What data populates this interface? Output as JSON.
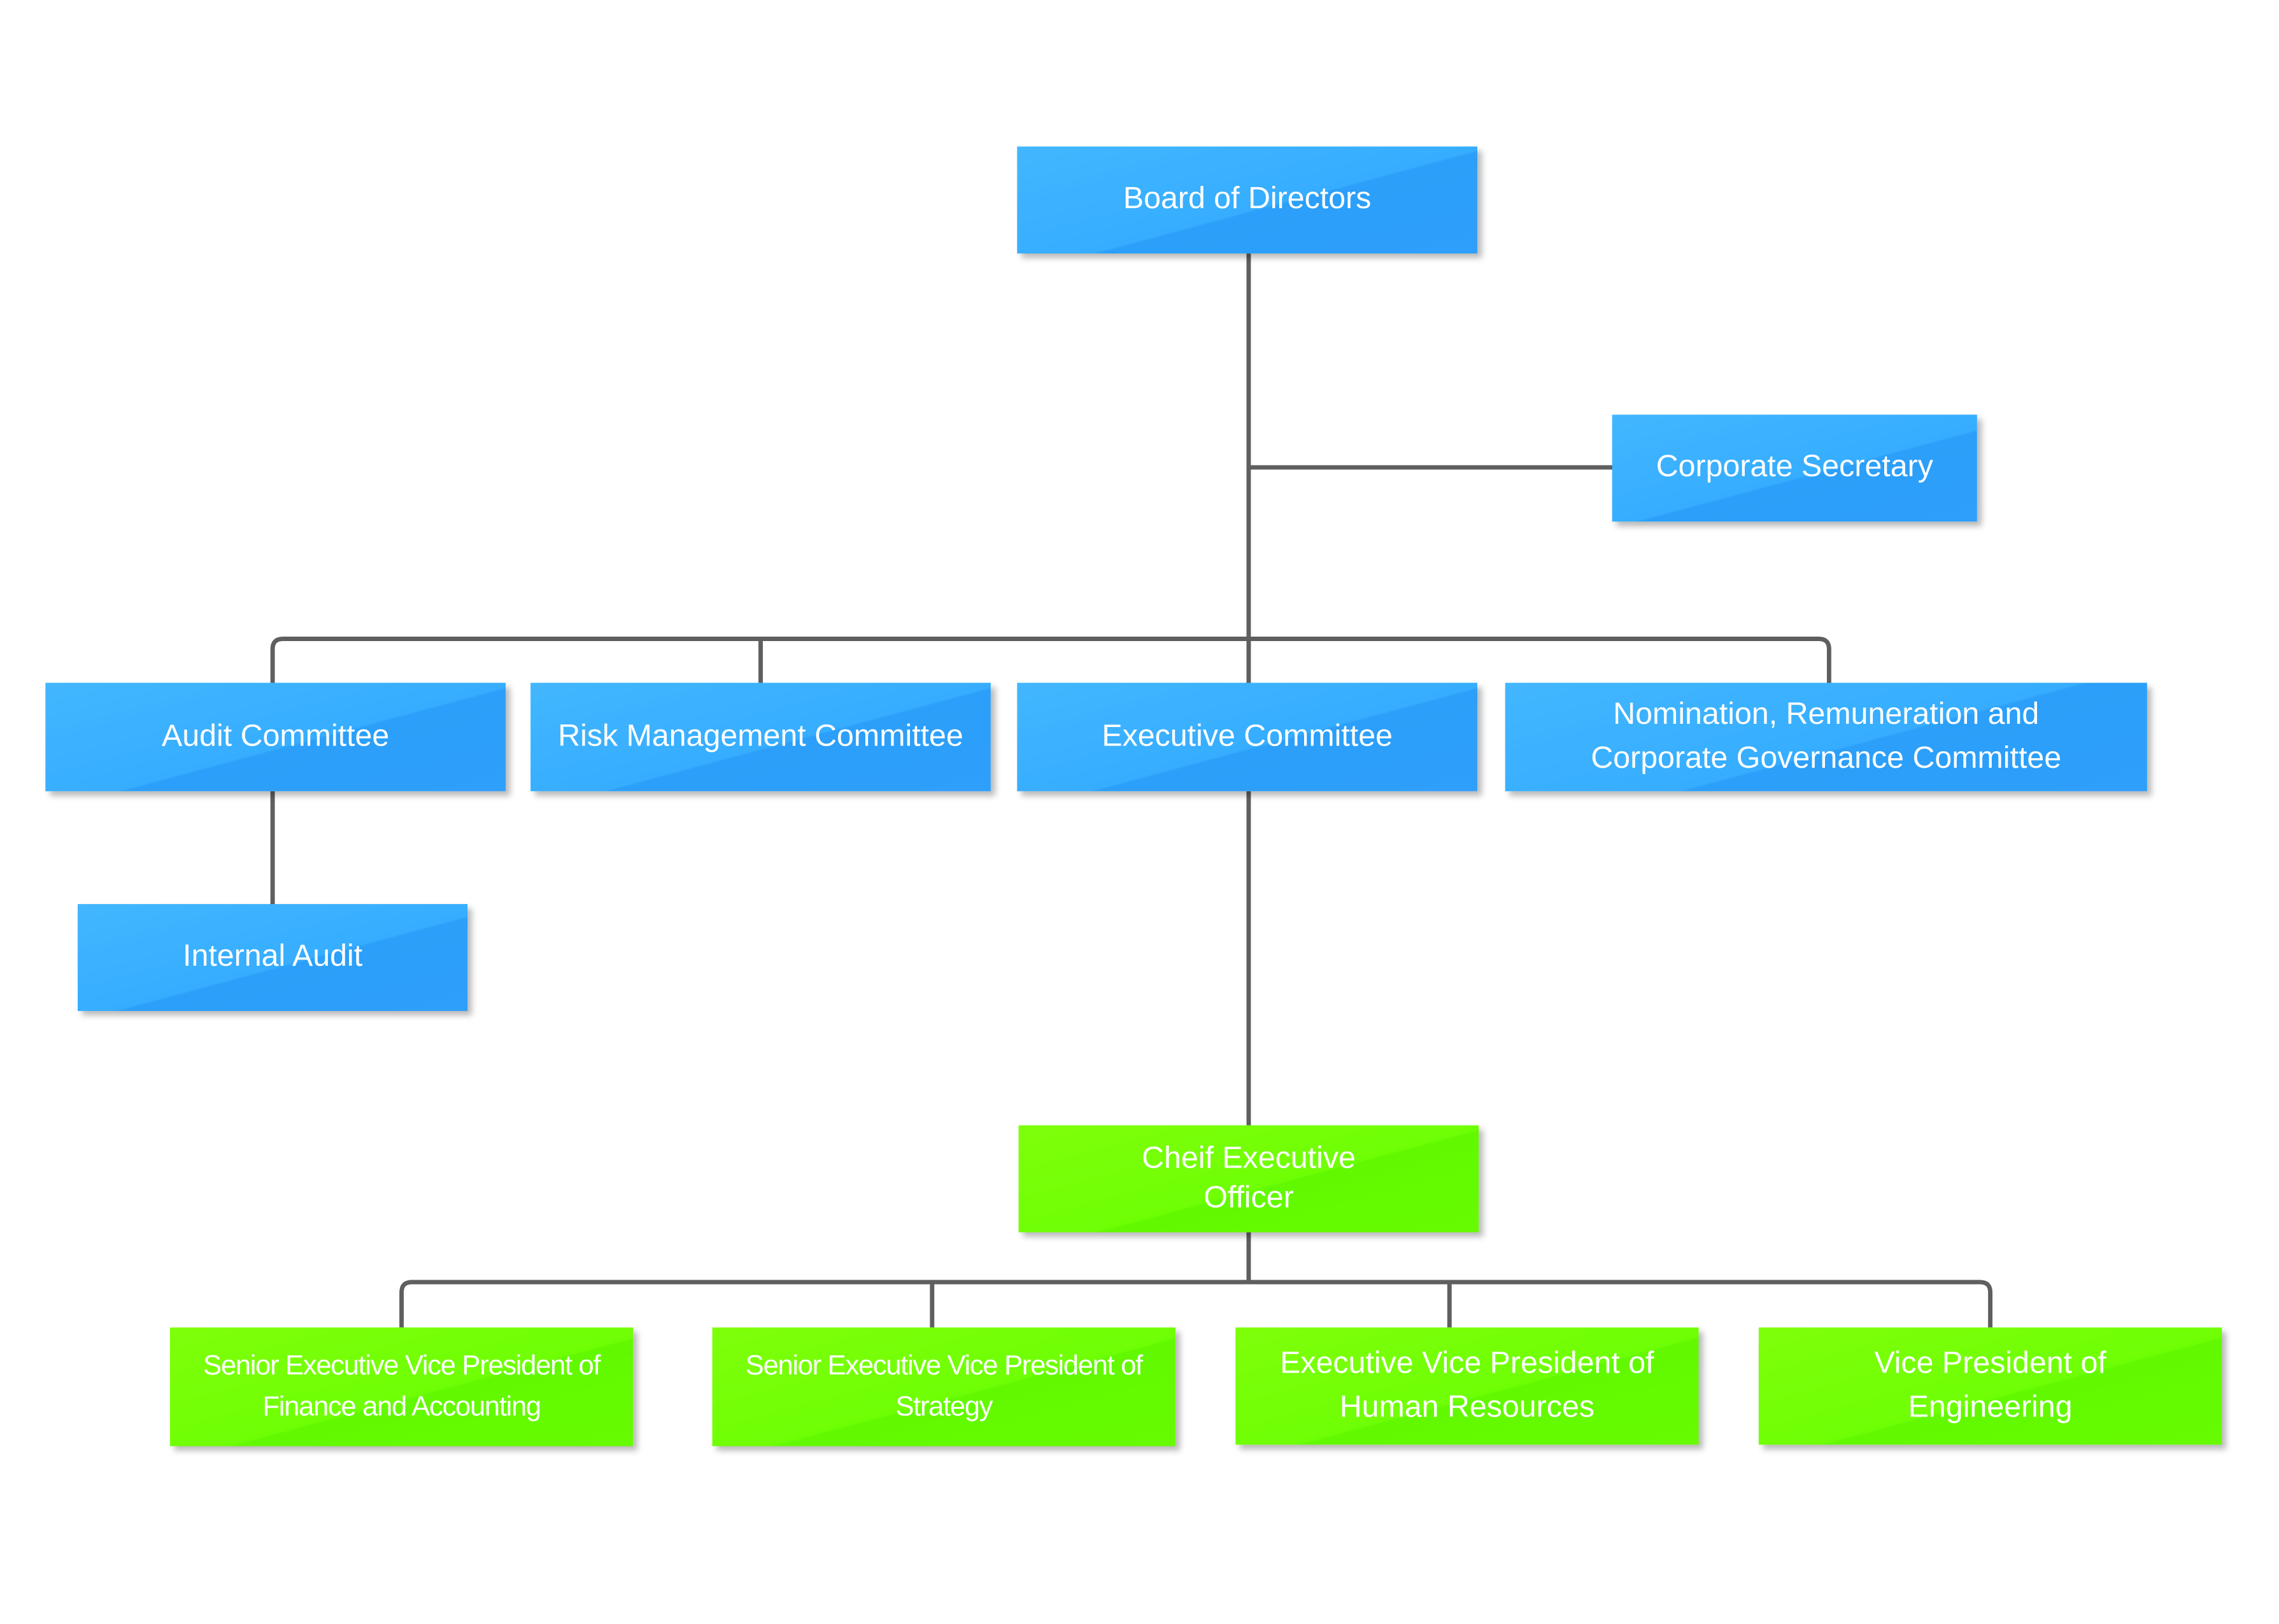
{
  "colors": {
    "committee": "#2e9ffb",
    "management": "#66fb00",
    "connector": "#5f5f5f"
  },
  "nodes": {
    "board": "Board of Directors",
    "secretary": "Corporate Secretary",
    "audit_committee": "Audit Committee",
    "risk_committee": "Risk Management Committee",
    "executive_committee": "Executive Committee",
    "nomination_committee": "Nomination, Remuneration and\nCorporate Governance Committee",
    "internal_audit": "Internal Audit",
    "ceo": "Cheif Executive\nOfficer",
    "sevp_finance": "Senior Executive Vice President of\nFinance and Accounting",
    "sevp_strategy": "Senior Executive Vice President of\nStrategy",
    "evp_hr": "Executive Vice President of\nHuman Resources",
    "vp_engineering": "Vice President of\nEngineering"
  }
}
